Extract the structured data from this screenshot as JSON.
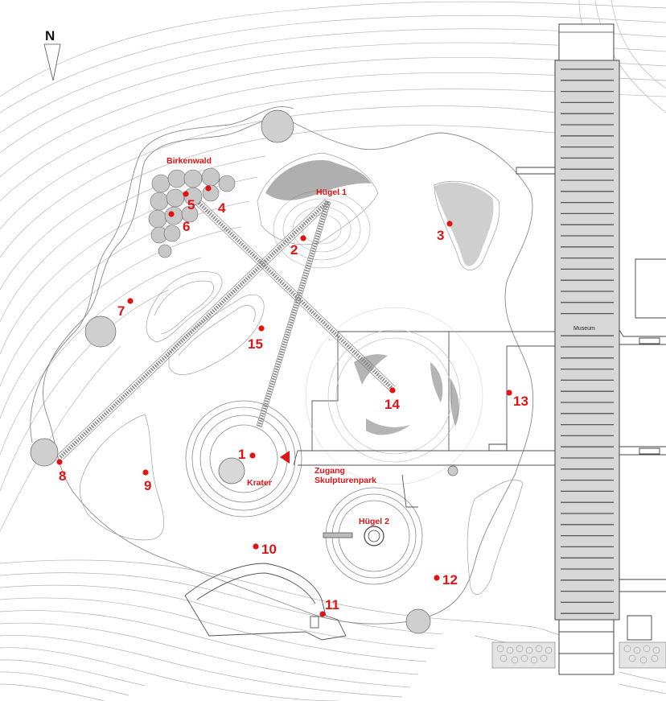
{
  "north": {
    "label": "N"
  },
  "labels": {
    "birkenwald": "Birkenwald",
    "huegel1": "Hügel 1",
    "huegel2": "Hügel 2",
    "krater": "Krater",
    "zugang_line1": "Zugang",
    "zugang_line2": "Skulpturenpark",
    "museum": "Museum"
  },
  "points": [
    {
      "n": "1"
    },
    {
      "n": "2"
    },
    {
      "n": "3"
    },
    {
      "n": "4"
    },
    {
      "n": "5"
    },
    {
      "n": "6"
    },
    {
      "n": "7"
    },
    {
      "n": "8"
    },
    {
      "n": "9"
    },
    {
      "n": "10"
    },
    {
      "n": "11"
    },
    {
      "n": "12"
    },
    {
      "n": "13"
    },
    {
      "n": "14"
    },
    {
      "n": "15"
    }
  ],
  "colors": {
    "marker": "#e01414",
    "line": "#9a9a9a",
    "dark": "#444444"
  },
  "icons": {
    "north_arrow": "north-arrow-icon",
    "entrance": "entrance-triangle-icon"
  }
}
